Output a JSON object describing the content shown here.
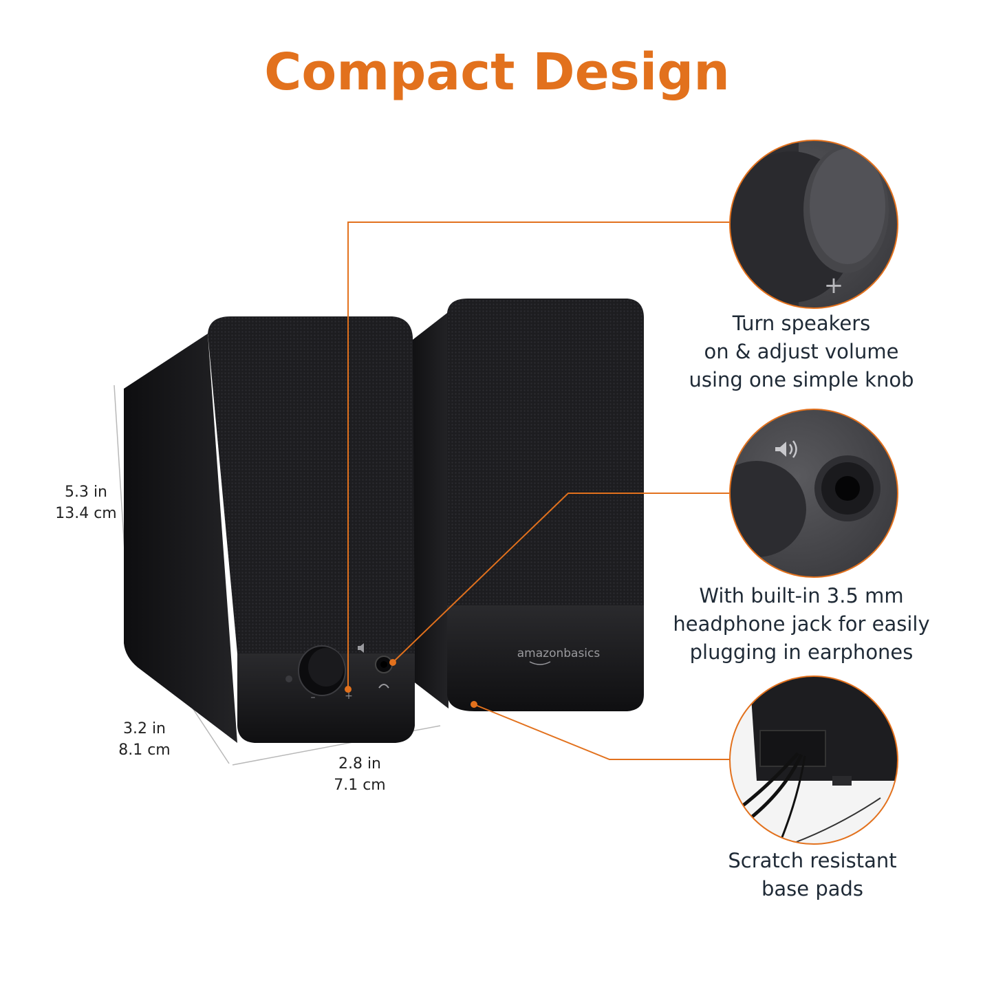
{
  "title": "Compact Design",
  "brand_logo": "amazonbasics",
  "dimensions": {
    "height": {
      "imperial": "5.3 in",
      "metric": "13.4 cm"
    },
    "depth": {
      "imperial": "3.2 in",
      "metric": "8.1 cm"
    },
    "width": {
      "imperial": "2.8 in",
      "metric": "7.1 cm"
    }
  },
  "features": [
    {
      "lines": [
        "Turn speakers",
        "on & adjust volume",
        "using one simple knob"
      ],
      "icon": "volume-knob-closeup"
    },
    {
      "lines": [
        "With built-in 3.5 mm",
        "headphone jack for easily",
        "plugging in earphones"
      ],
      "icon": "headphone-jack-closeup"
    },
    {
      "lines": [
        "Scratch resistant",
        "base pads"
      ],
      "icon": "base-pads-closeup"
    }
  ],
  "colors": {
    "accent": "#e2711d",
    "text": "#1f2a36",
    "speaker": "#1b1b1d"
  }
}
